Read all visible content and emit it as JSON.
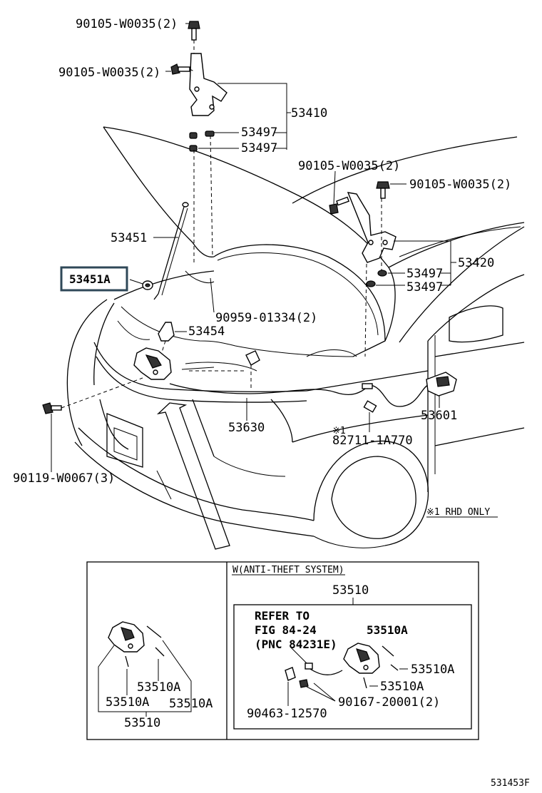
{
  "labels": {
    "bolt_hinge_top": "90105-W0035(2)",
    "bolt_hinge_left": "90105-W0035(2)",
    "hinge_left": "53410",
    "cushion_1": "53497",
    "cushion_2": "53497",
    "bolt_hinge_right_a": "90105-W0035(2)",
    "bolt_hinge_right_b": "90105-W0035(2)",
    "support_rod": "53451",
    "support_rod_holder": "53451A",
    "hinge_right": "53420",
    "cushion_3": "53497",
    "cushion_4": "53497",
    "clip": "90959-01334(2)",
    "lock_lever": "53454",
    "release_cable": "53630",
    "release_handle": "53601",
    "rhd_part_number": "82711-1A770",
    "rhd_marker": "※1",
    "bolt_bumper": "90119-W0067(3)",
    "rhd_note": "※1 RHD ONLY"
  },
  "inset": {
    "anti_theft_title": "W(ANTI-THEFT SYSTEM)",
    "anti_theft_assy": "53510",
    "refer_line1": "REFER TO",
    "refer_line2": "FIG 84-24",
    "refer_line3": "(PNC 84231E)",
    "at_part_a1": "53510A",
    "at_part_a2": "53510A",
    "at_part_a3": "53510A",
    "at_bolt": "90167-20001(2)",
    "at_clip": "90463-12570",
    "std_part_a1": "53510A",
    "std_part_a2": "53510A",
    "std_part_a3": "53510A",
    "std_assy": "53510"
  },
  "footer": {
    "figure_code": "531453F"
  },
  "colors": {
    "line": "#000000",
    "highlight_box": "#2f4858",
    "background": "#ffffff"
  }
}
